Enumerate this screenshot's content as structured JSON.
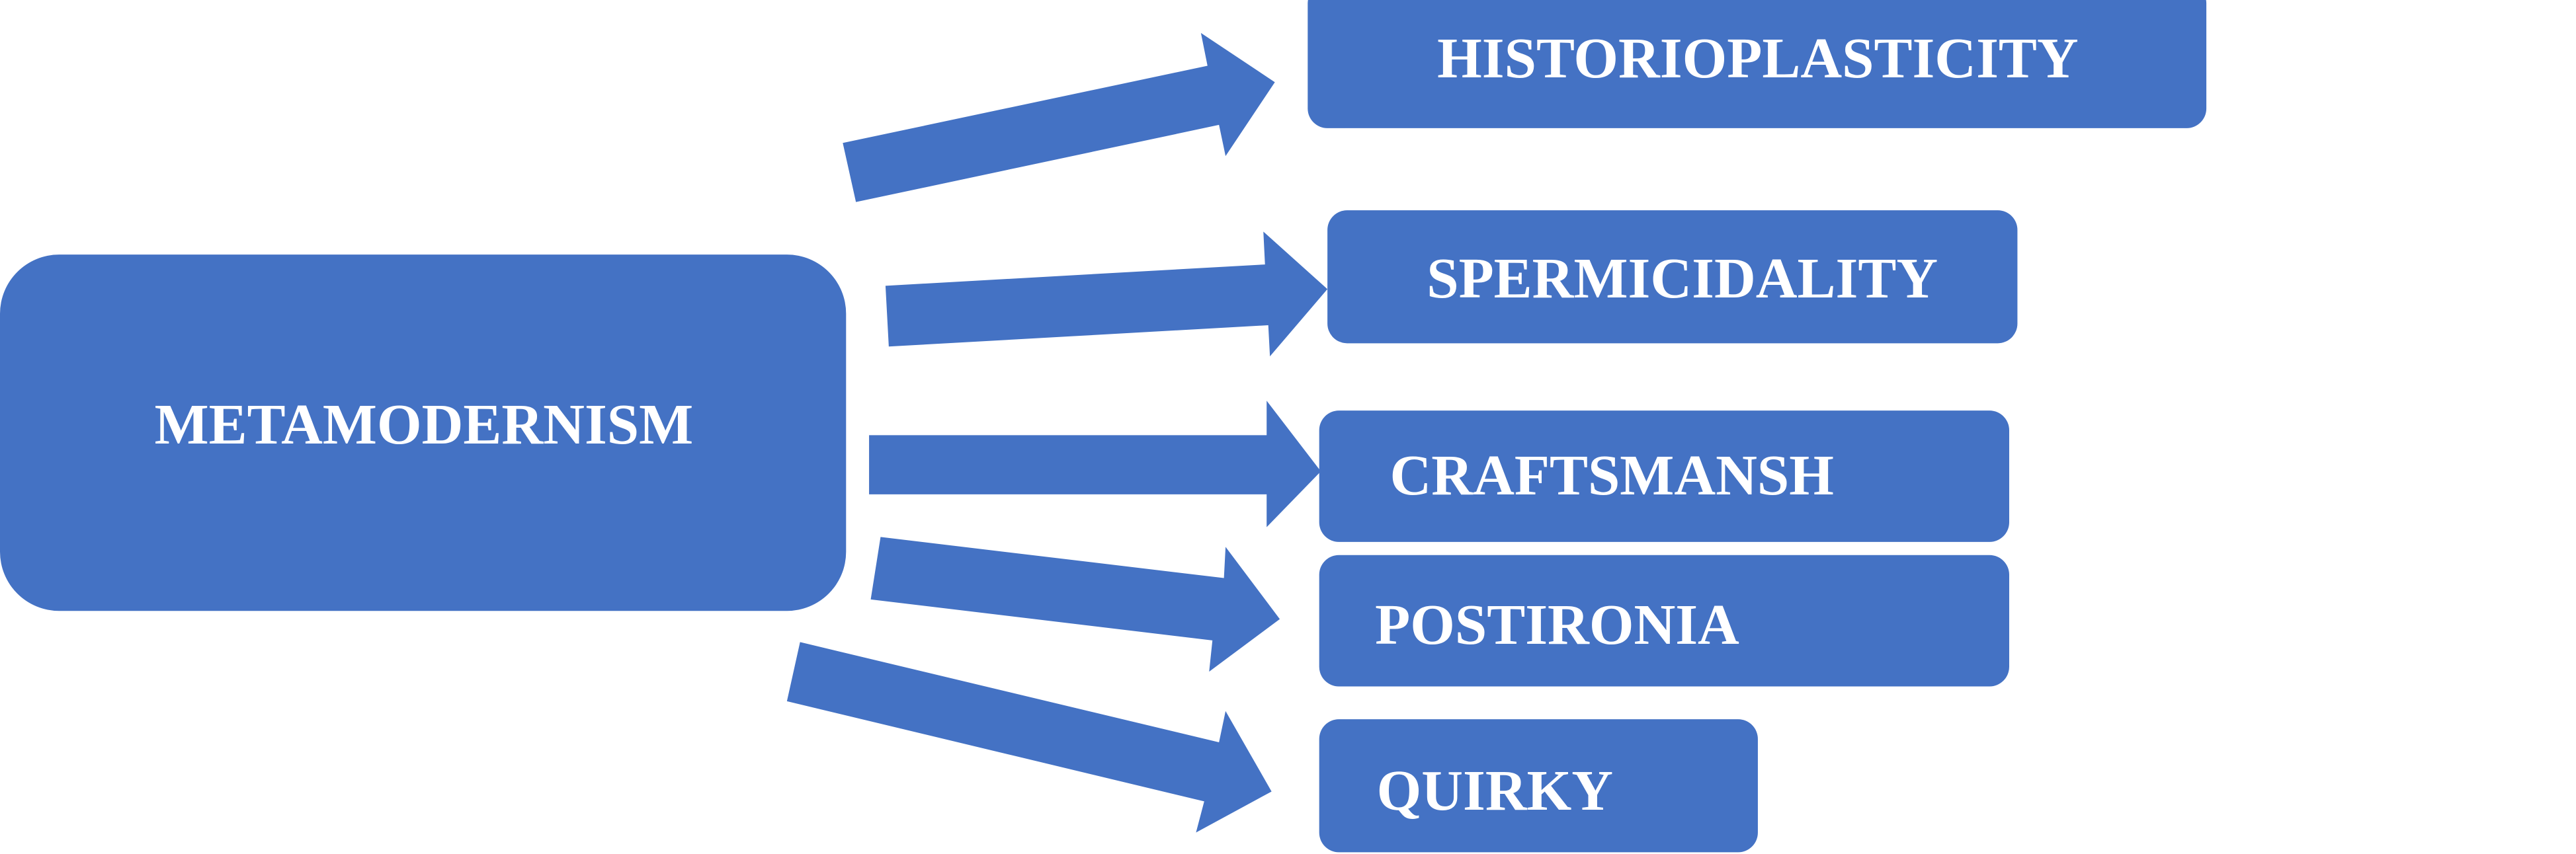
{
  "colors": {
    "shape_fill": "#4472C4",
    "text": "#FFFFFF",
    "background": "#FFFFFF"
  },
  "central_node": {
    "label": "METAMODERNISM"
  },
  "branch_nodes": [
    {
      "label": "HISTORIOPLASTICITY"
    },
    {
      "label": "SPERMICIDALITY"
    },
    {
      "label": "CRAFTSMANSH"
    },
    {
      "label": "POSTIRONIA"
    },
    {
      "label": "QUIRKY"
    }
  ]
}
